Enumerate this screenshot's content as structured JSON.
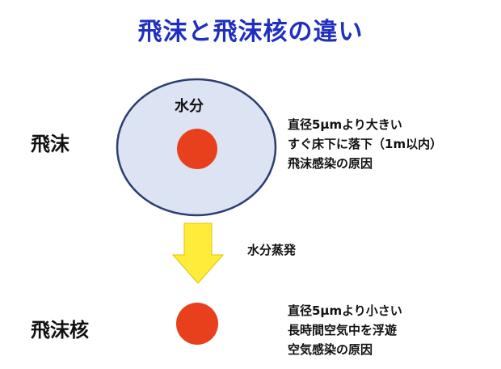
{
  "title": "飛沫と飛沫核の違い",
  "droplet": {
    "label": "飛沫",
    "water_label": "水分",
    "description": [
      "直径5μmより大きい",
      "すぐ床下に落下（1m以内）",
      "飛沫感染の原因"
    ]
  },
  "transition": {
    "label": "水分蒸発"
  },
  "droplet_nucleus": {
    "label": "飛沫核",
    "description": [
      "直径5μmより小さい",
      "長時間空気中を浮遊",
      "空気感染の原因"
    ]
  },
  "colors": {
    "title": "#1f2fbf",
    "water_fill": "#dce3f2",
    "water_stroke": "#2c3e70",
    "particle": "#e8401c",
    "arrow": "#ffec3a",
    "arrow_stroke": "#e0c000"
  }
}
